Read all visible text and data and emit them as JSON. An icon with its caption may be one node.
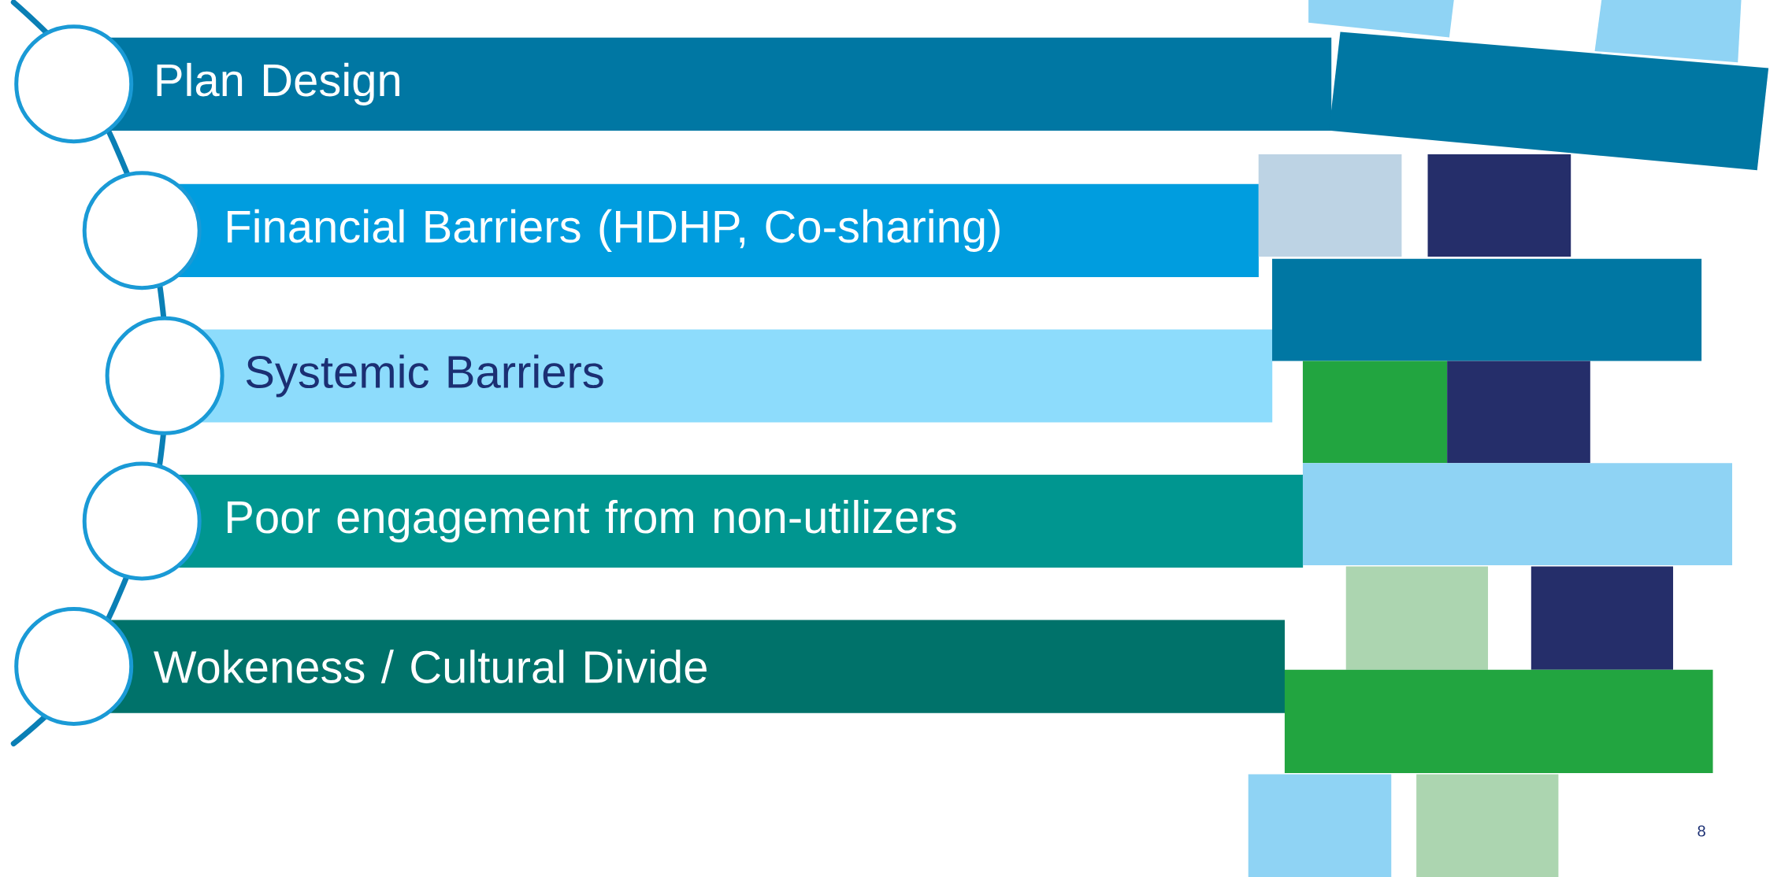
{
  "diagram": {
    "nodes": [
      {
        "text": [
          "Plan Design"
        ]
      },
      {
        "text": [
          "Financial Barriers (HDHP, Co-sharing)"
        ]
      },
      {
        "text": [
          "Systemic Barriers"
        ]
      },
      {
        "text": [
          "Poor engagement from non-utilizers"
        ]
      },
      {
        "text": [
          "Wokeness / Cultural Divide"
        ]
      }
    ],
    "labels": [
      "8"
    ]
  }
}
